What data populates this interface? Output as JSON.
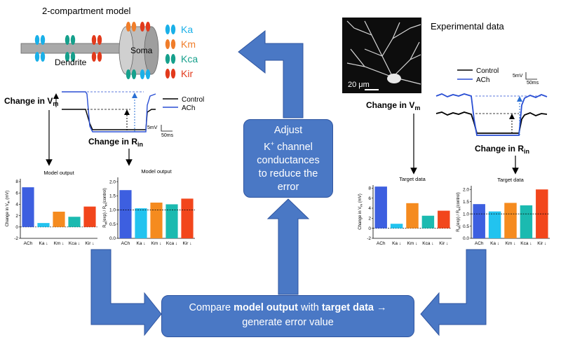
{
  "model_title": "2-compartment model",
  "soma_label": "Soma",
  "dendrite_label": "Dendrite",
  "channel_legend": [
    {
      "label": "Ka",
      "color": "#1ab0e8"
    },
    {
      "label": "Km",
      "color": "#f07d2a"
    },
    {
      "label": "Kca",
      "color": "#16a08c"
    },
    {
      "label": "Kir",
      "color": "#e23a1c"
    }
  ],
  "experimental_title": "Experimental data",
  "scale_bar_label": "20 μm",
  "adjust_box": {
    "line1": "Adjust",
    "line2": "K",
    "line2_sup": "+",
    "line2_rest": " channel",
    "line3": "conductances",
    "line4": "to reduce the",
    "line5": "error"
  },
  "compare_box": {
    "part1": "Compare ",
    "bold1": "model output",
    "part2": " with ",
    "bold2": "target data",
    "arrow": " →",
    "line2": "generate error value"
  },
  "trace_left": {
    "legend_control": "Control",
    "legend_ach": "ACh",
    "change_vm": "Change in V",
    "change_vm_sub": "m",
    "change_rin": "Change in R",
    "change_rin_sub": "in",
    "scale_mv": "5mV",
    "scale_ms": "50ms"
  },
  "trace_right": {
    "legend_control": "Control",
    "legend_ach": "ACh",
    "change_vm": "Change in V",
    "change_vm_sub": "m",
    "change_rin": "Change in R",
    "change_rin_sub": "in",
    "scale_mv": "5mV",
    "scale_ms": "50ms"
  },
  "colors": {
    "control": "#000000",
    "ach": "#2a4fd4",
    "arrow_fill": "#4a78c5",
    "box_fill": "#4a78c5"
  },
  "chart_data": [
    {
      "type": "bar",
      "title": "Model output",
      "ylabel": "Change in V_m (mV)",
      "categories": [
        "ACh",
        "Ka ↓",
        "Km ↓",
        "Kca ↓",
        "Kir ↓"
      ],
      "values": [
        7.0,
        0.7,
        2.7,
        1.8,
        3.6
      ],
      "ylim": [
        -2,
        8.5
      ],
      "yticks": [
        "-2",
        "0",
        "2",
        "4",
        "6",
        "8"
      ],
      "colors": [
        "#3d5fe0",
        "#22c3ef",
        "#f58b1f",
        "#1bbab0",
        "#f2461c"
      ]
    },
    {
      "type": "bar",
      "title": "Model output",
      "ylabel": "R_in(exp) / R_in(control)",
      "categories": [
        "ACh",
        "Ka ↓",
        "Km ↓",
        "Kca ↓",
        "Kir ↓"
      ],
      "values": [
        1.7,
        1.06,
        1.26,
        1.2,
        1.4
      ],
      "ylim": [
        0,
        2.15
      ],
      "yticks": [
        "0.0",
        "0.5",
        "1.0",
        "1.5",
        "2.0"
      ],
      "reference_line": 1.0,
      "colors": [
        "#3d5fe0",
        "#22c3ef",
        "#f58b1f",
        "#1bbab0",
        "#f2461c"
      ]
    },
    {
      "type": "bar",
      "title": "Target data",
      "ylabel": "Change in V_m (mV)",
      "categories": [
        "ACh",
        "Ka ↓",
        "Km ↓",
        "Kca ↓",
        "Kir ↓"
      ],
      "values": [
        8.3,
        0.9,
        5.0,
        2.5,
        3.5
      ],
      "ylim": [
        -2,
        8.6
      ],
      "yticks": [
        "-2",
        "0",
        "2",
        "4",
        "6",
        "8"
      ],
      "colors": [
        "#3d5fe0",
        "#22c3ef",
        "#f58b1f",
        "#1bbab0",
        "#f2461c"
      ]
    },
    {
      "type": "bar",
      "title": "Target data",
      "ylabel": "R_in(exp) / R_in(control)",
      "categories": [
        "ACh",
        "Ka ↓",
        "Km ↓",
        "Kca ↓",
        "Kir ↓"
      ],
      "values": [
        1.4,
        1.1,
        1.45,
        1.35,
        2.0
      ],
      "ylim": [
        0,
        2.15
      ],
      "yticks": [
        "0.0",
        "0.5",
        "1.0",
        "1.5",
        "2.0"
      ],
      "reference_line": 1.0,
      "colors": [
        "#3d5fe0",
        "#22c3ef",
        "#f58b1f",
        "#1bbab0",
        "#f2461c"
      ]
    }
  ]
}
